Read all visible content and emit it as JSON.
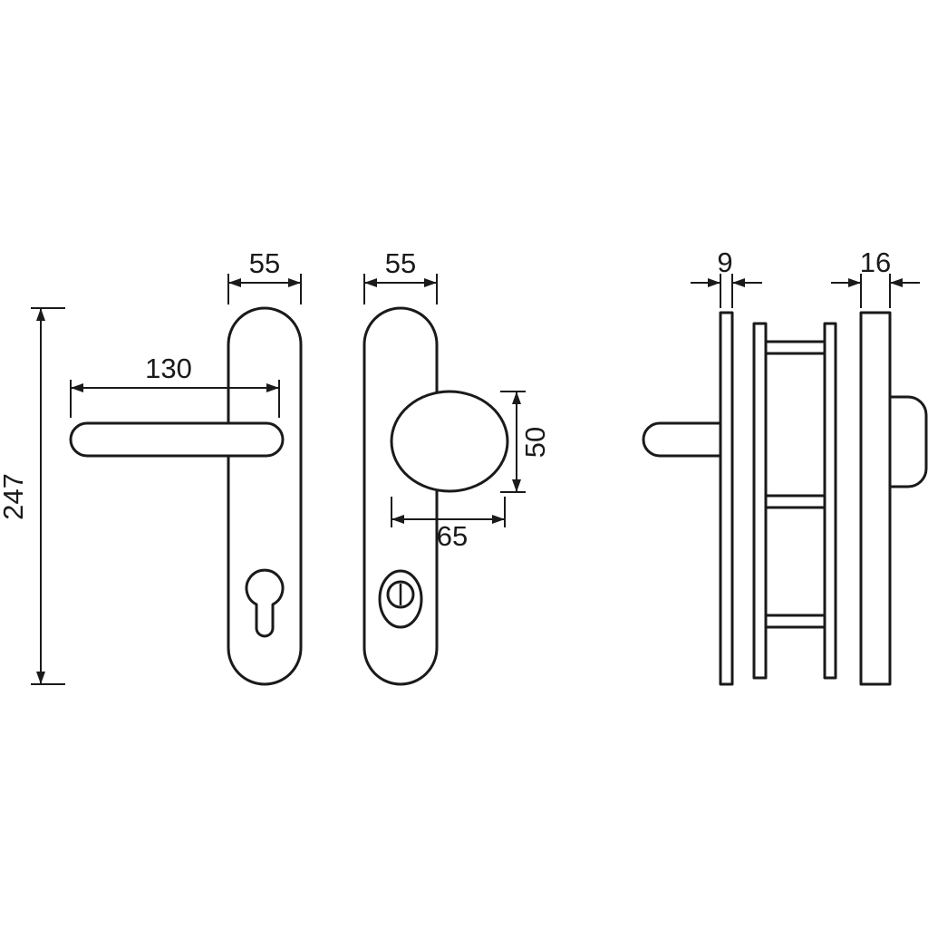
{
  "colors": {
    "background": "#ffffff",
    "line": "#1a1a1a"
  },
  "dimensions": {
    "lever_plate_width": "55",
    "knob_plate_width": "55",
    "lever_length": "130",
    "plate_height": "247",
    "knob_height": "50",
    "knob_width": "65",
    "lever_side_plate_thickness": "9",
    "knob_side_plate_thickness": "16"
  }
}
